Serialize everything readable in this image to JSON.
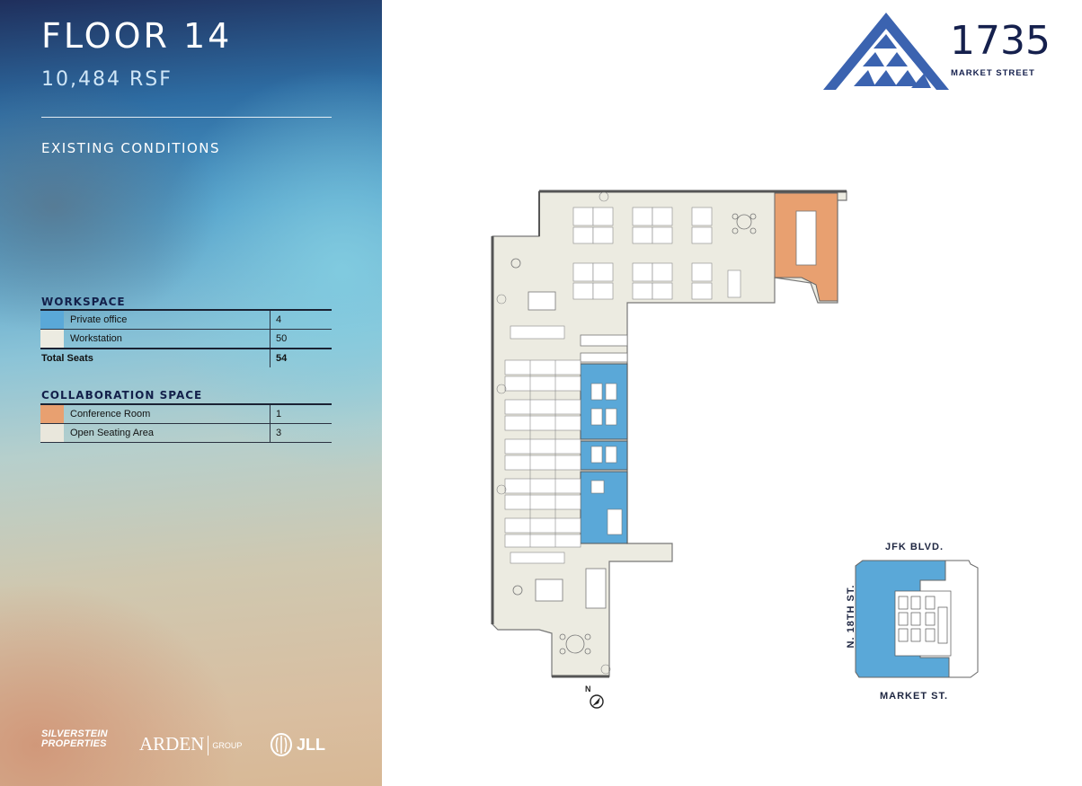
{
  "header": {
    "floor_title": "FLOOR 14",
    "rsf": "10,484 RSF",
    "conditions": "EXISTING CONDITIONS"
  },
  "workspace": {
    "heading": "WORKSPACE",
    "rows": [
      {
        "label": "Private office",
        "value": "4",
        "swatch": "#5aa8d8"
      },
      {
        "label": "Workstation",
        "value": "50",
        "swatch": "#ecebe1"
      }
    ],
    "total_label": "Total Seats",
    "total_value": "54"
  },
  "collaboration": {
    "heading": "COLLABORATION SPACE",
    "rows": [
      {
        "label": "Conference Room",
        "value": "1",
        "swatch": "#e8a070"
      },
      {
        "label": "Open Seating Area",
        "value": "3",
        "swatch": "#e9e7dc"
      }
    ]
  },
  "brand": {
    "number": "1735",
    "street": "MARKET STREET",
    "color": "#3b63b0"
  },
  "partners": {
    "silverstein_line1": "SILVERSTEIN",
    "silverstein_line2": "PROPERTIES",
    "arden": "ARDEN",
    "arden_group": "GROUP",
    "jll": "JLL"
  },
  "keyplan": {
    "north_street": "JFK BLVD.",
    "south_street": "MARKET ST.",
    "west_street": "N. 18TH ST.",
    "highlight_color": "#5aa8d8"
  },
  "compass": {
    "label": "N"
  },
  "colors": {
    "private_office": "#5aa8d8",
    "conference": "#e8a070",
    "floor_fill": "#ecebe1",
    "navy": "#15204d"
  }
}
